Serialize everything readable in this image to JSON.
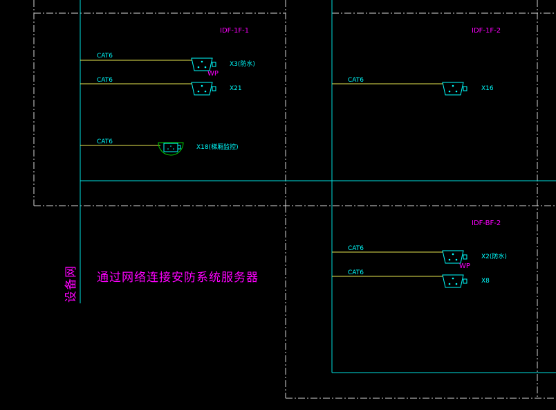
{
  "drawing": {
    "colors": {
      "background": "#000000",
      "border_dash": "#d8d8d8",
      "bus_line": "#00e0e0",
      "cable_line": "#e8e850",
      "label_cyan": "#00ffff",
      "label_magenta": "#ff00ff",
      "camera_green": "#00d000"
    },
    "rooms": [
      {
        "id": "idf1",
        "title": "IDF-1F-1"
      },
      {
        "id": "idf2",
        "title": "IDF-1F-2"
      },
      {
        "id": "idfb",
        "title": "IDF-BF-2"
      }
    ],
    "cables": [
      {
        "room": "idf1",
        "label": "CAT6",
        "device": "X3(防水)",
        "wp": "WP",
        "icon": "camera-icon"
      },
      {
        "room": "idf1",
        "label": "CAT6",
        "device": "X21",
        "wp": "",
        "icon": "camera-icon"
      },
      {
        "room": "idf1",
        "label": "CAT6",
        "device": "X18(梯厢监控)",
        "wp": "",
        "icon": "dome-camera-icon"
      },
      {
        "room": "idf2",
        "label": "CAT6",
        "device": "X16",
        "wp": "",
        "icon": "camera-icon"
      },
      {
        "room": "idfb",
        "label": "CAT6",
        "device": "X2(防水)",
        "wp": "WP",
        "icon": "camera-icon"
      },
      {
        "room": "idfb",
        "label": "CAT6",
        "device": "X8",
        "wp": "",
        "icon": "camera-icon"
      }
    ],
    "vertical_label": "设备网",
    "caption": "通过网络连接安防系统服务器"
  }
}
